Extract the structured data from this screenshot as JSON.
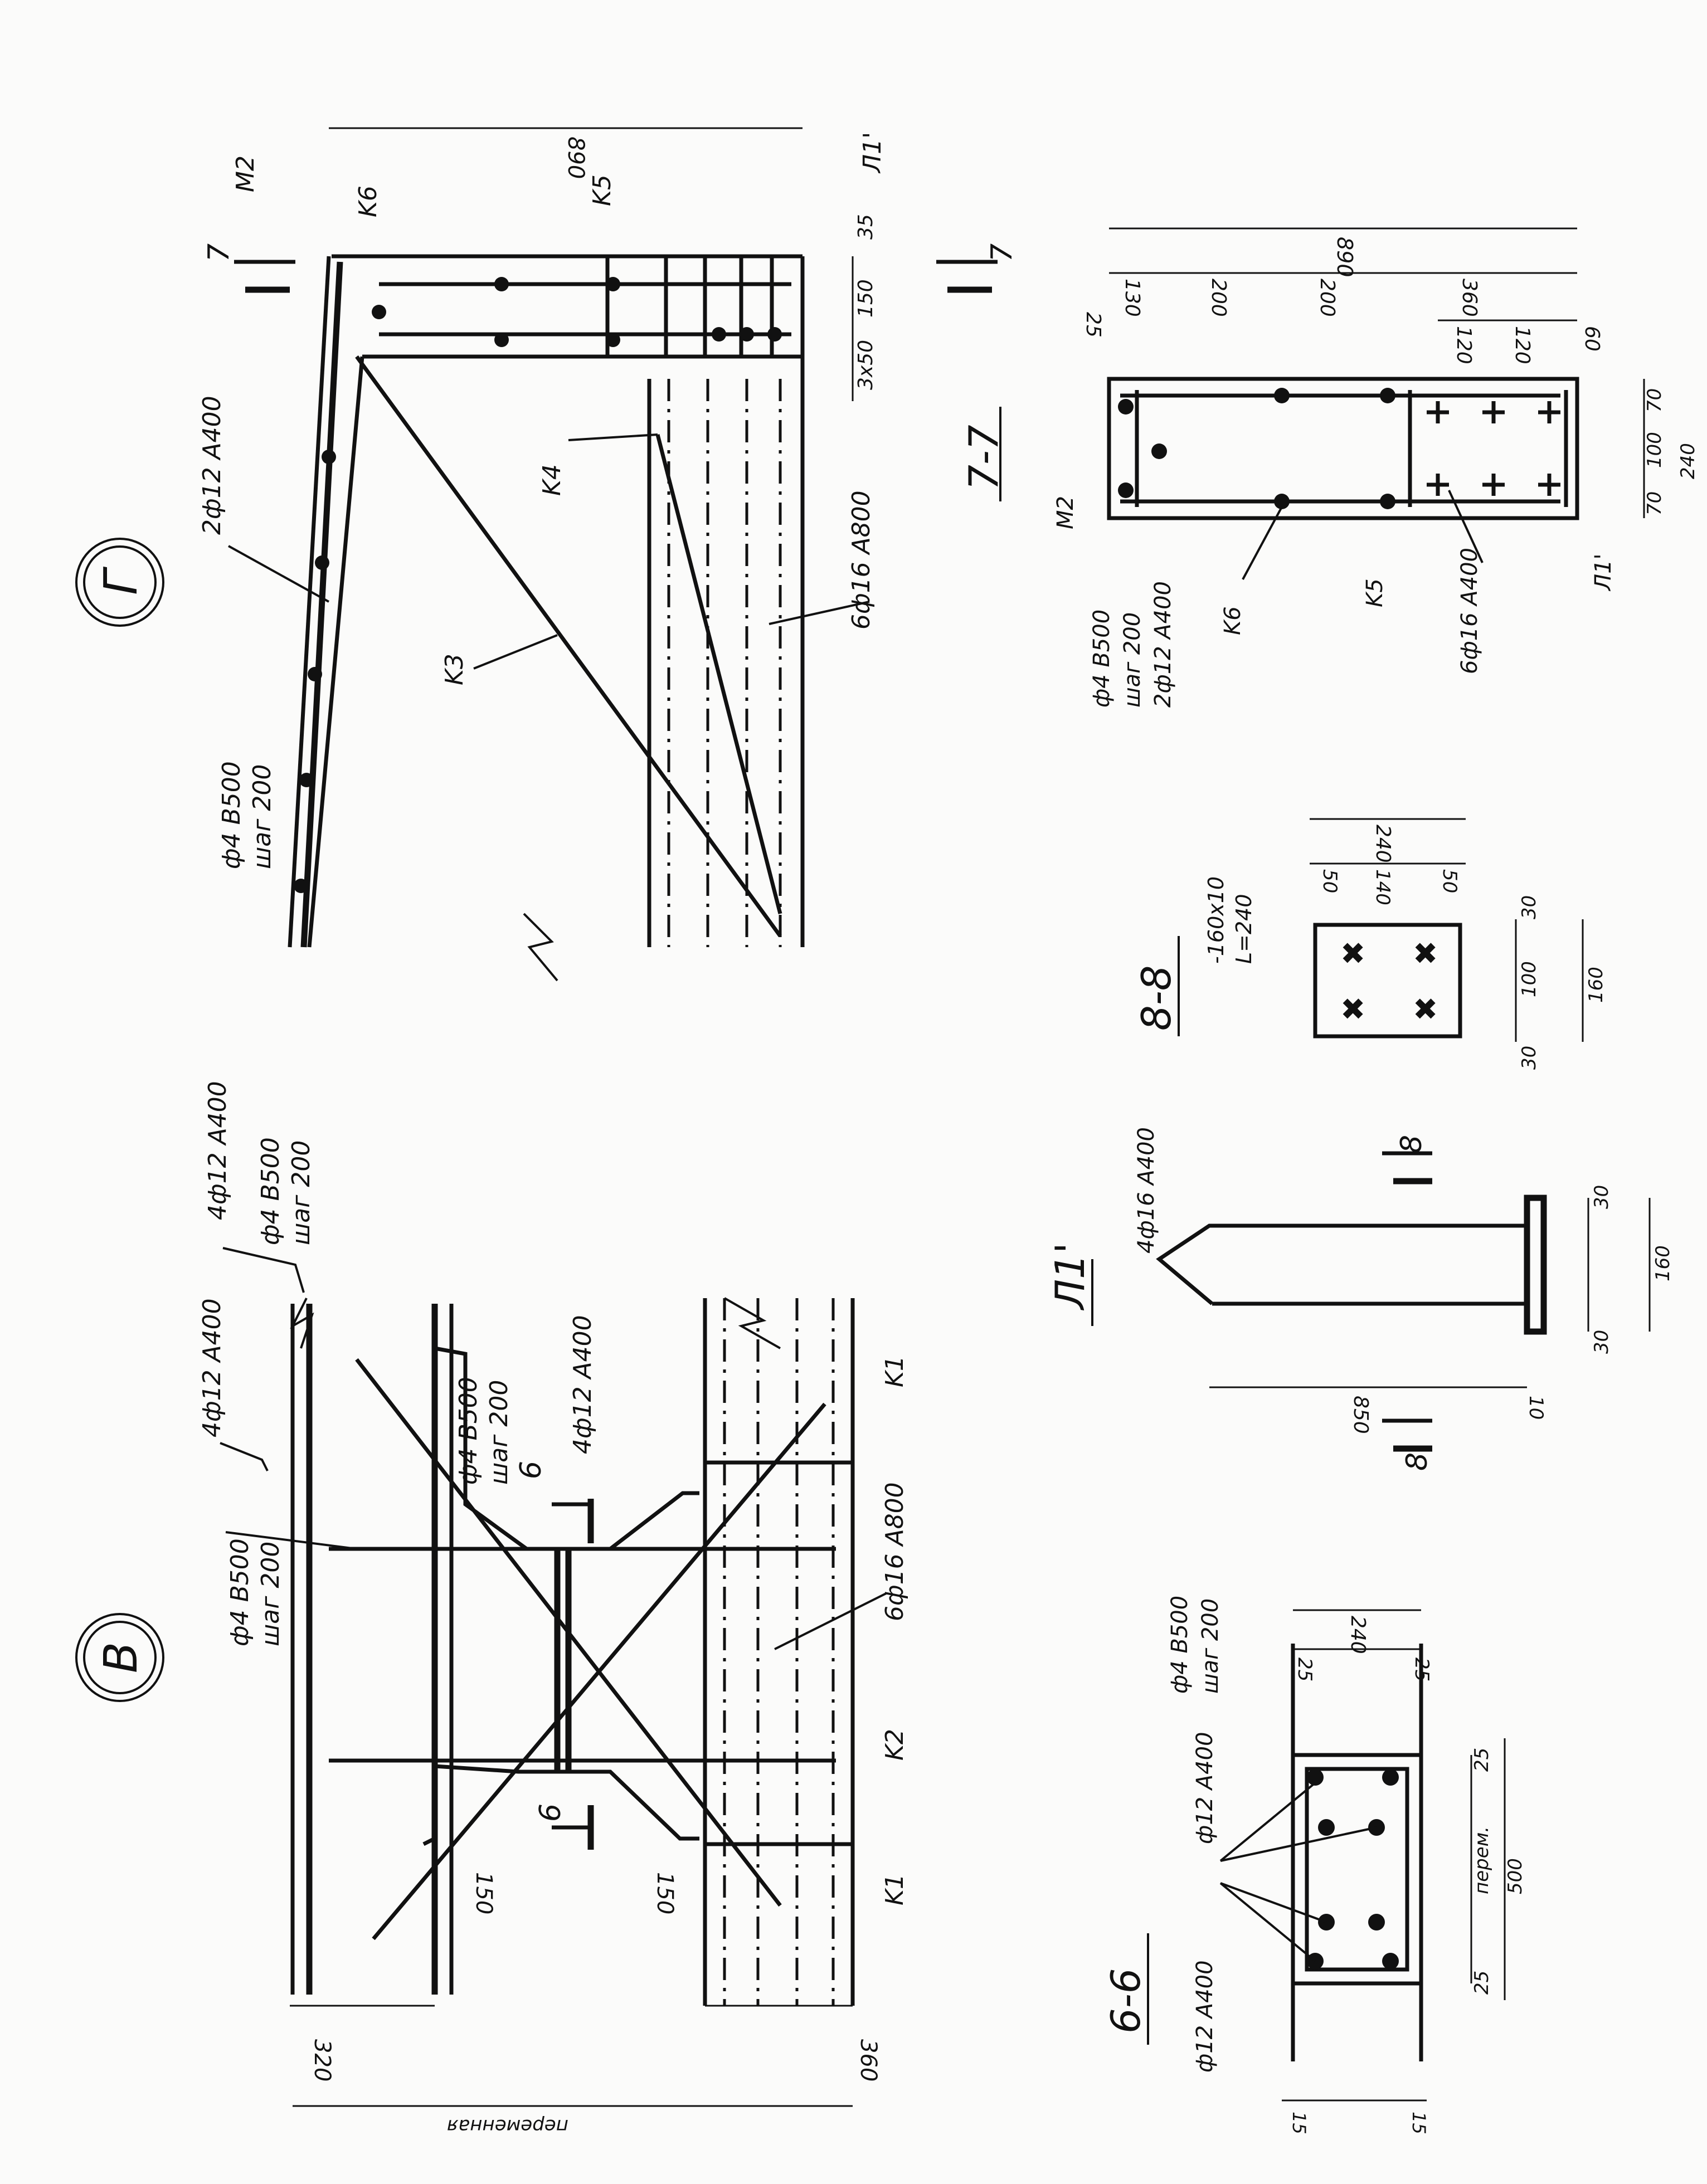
{
  "markers": {
    "v": "В",
    "g": "Г"
  },
  "labels": {
    "m2": "M2",
    "k1": "K1",
    "k2": "K2",
    "k3": "K3",
    "k4": "K4",
    "k5": "K5",
    "k6": "K6",
    "l1": "Л1'",
    "f4_b500": "ф4 B500",
    "step_200": "шаг 200",
    "f12x2": "2ф12 A400",
    "f12x4": "4ф12 A400",
    "f12": "ф12 A400",
    "f16x6_a800": "6ф16 A800",
    "f16x6_a400": "6ф16 A400",
    "f16_a400": "4ф16 A400",
    "plate": "-160x10",
    "plate_len": "L=240",
    "var": "переменная",
    "var_short": "перем."
  },
  "sections": {
    "s6": "6",
    "s7": "7",
    "s8": "8",
    "s66": "6-6",
    "s77": "7-7",
    "s88": "8-8",
    "l1_title": "Л1'"
  },
  "dims": {
    "d890": "890",
    "d35": "35",
    "d150": "150",
    "d3x50": "3x50",
    "d25": "25",
    "d130": "130",
    "d200": "200",
    "d360": "360",
    "d120": "120",
    "d60": "60",
    "d70": "70",
    "d100": "100",
    "d240": "240",
    "d50": "50",
    "d140": "140",
    "d30": "30",
    "d160": "160",
    "d850": "850",
    "d10": "10",
    "d320": "320",
    "d500": "500",
    "d15": "15"
  }
}
